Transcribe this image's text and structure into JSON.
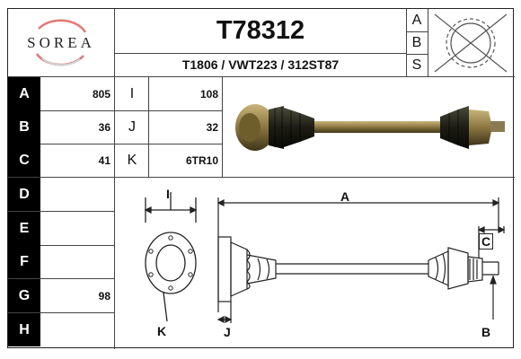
{
  "header": {
    "brand": "SOREA",
    "part_number": "T78312",
    "cross_references": "T1806 / VWT223 / 312ST87",
    "side_letters": [
      "A",
      "B",
      "S"
    ]
  },
  "specs": {
    "left": [
      {
        "label": "A",
        "value": "805"
      },
      {
        "label": "B",
        "value": "36"
      },
      {
        "label": "C",
        "value": "41"
      },
      {
        "label": "D",
        "value": ""
      },
      {
        "label": "E",
        "value": ""
      },
      {
        "label": "F",
        "value": ""
      },
      {
        "label": "G",
        "value": "98"
      },
      {
        "label": "H",
        "value": ""
      }
    ],
    "right": [
      {
        "label": "I",
        "value": "108"
      },
      {
        "label": "J",
        "value": "32"
      },
      {
        "label": "K",
        "value": "6TR10"
      }
    ]
  },
  "diagram": {
    "labels": {
      "I": "I",
      "A": "A",
      "C": "C",
      "K": "K",
      "J": "J",
      "B": "B"
    }
  },
  "colors": {
    "label_bg": "#000000",
    "brand_swoosh": "#d9534f",
    "shaft_metal": "#7a6a3c"
  },
  "icons": [
    "sorea-logo-icon",
    "abs-sensor-icon",
    "drive-shaft-photo",
    "drive-shaft-diagram",
    "flange-diagram"
  ]
}
